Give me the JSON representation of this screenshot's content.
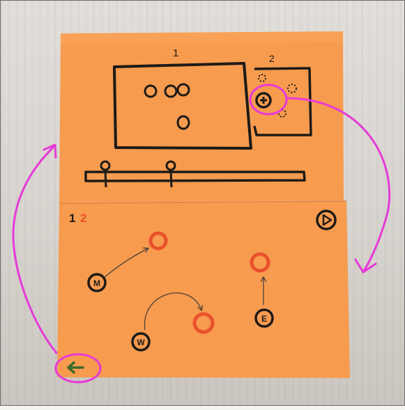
{
  "top_card": {
    "label_panel_1": "1",
    "label_panel_2": "2"
  },
  "bottom_card": {
    "layer_label_1": "1",
    "layer_label_2": "2",
    "node_m_label": "M",
    "node_w_label": "W",
    "node_e_label": "E"
  },
  "colors": {
    "paper": "#f79b4f",
    "marker_black": "#1d1a17",
    "marker_red": "#e8522c",
    "annotation_magenta": "#e63ad8",
    "arrow_green": "#3d6b2a"
  }
}
